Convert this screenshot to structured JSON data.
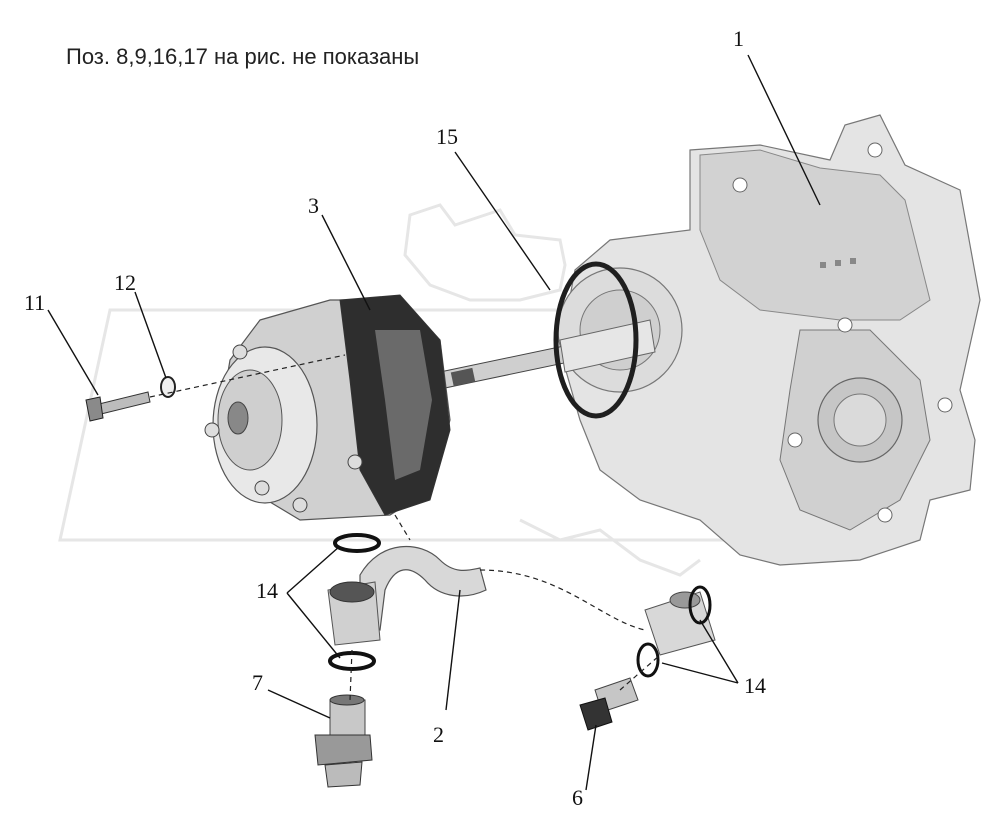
{
  "note": "Поз. 8,9,16,17 на рис. не показаны",
  "callouts": {
    "c1": "1",
    "c2": "2",
    "c3": "3",
    "c6": "6",
    "c7": "7",
    "c11": "11",
    "c12": "12",
    "c14a": "14",
    "c14b": "14",
    "c15": "15"
  },
  "colors": {
    "part_light": "#e8e8e8",
    "part_mid": "#bdbdbd",
    "part_dark": "#2b2b2b",
    "outline": "#555555"
  }
}
